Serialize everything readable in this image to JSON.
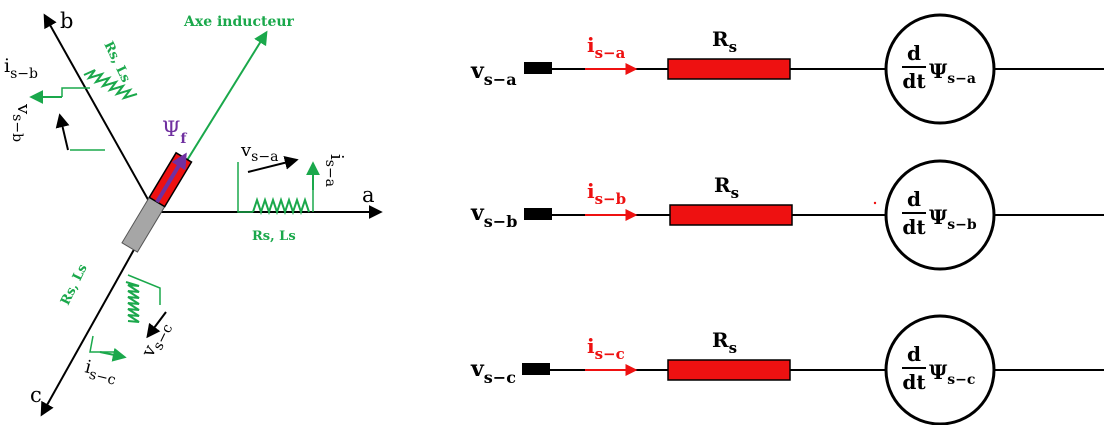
{
  "colors": {
    "line": "#000000",
    "green": "#1aa84b",
    "red": "#ee1111",
    "purple": "#7030a0",
    "gray": "#a6a6a6"
  },
  "phasor": {
    "axis_b": "b",
    "axis_a": "a",
    "axis_c": "c",
    "field_axis": "Axe inducteur",
    "psi_f": {
      "main": "Ψ",
      "sub": "f"
    },
    "coil_b": {
      "current": {
        "main": "i",
        "sub": "s−b"
      },
      "voltage": {
        "main": "v",
        "sub": "s−b"
      },
      "params": "Rs, Ls"
    },
    "coil_a": {
      "current": {
        "main": "i",
        "sub": "s−a"
      },
      "voltage": {
        "main": "v",
        "sub": "s−a"
      },
      "params": "Rs, Ls"
    },
    "coil_c": {
      "current": {
        "main": "i",
        "sub": "s−c"
      },
      "voltage": {
        "main": "v",
        "sub": "s−c"
      },
      "params": "Rs, Ls"
    }
  },
  "circuits": [
    {
      "voltage": {
        "main": "v",
        "sub": "s−a"
      },
      "current": {
        "main": "i",
        "sub": "s−a"
      },
      "resistor": {
        "main": "R",
        "sub": "s"
      },
      "emf": {
        "num": "d",
        "den": "dt",
        "psi": "Ψ",
        "sub": "s−a"
      }
    },
    {
      "voltage": {
        "main": "v",
        "sub": "s−b"
      },
      "current": {
        "main": "i",
        "sub": "s−b"
      },
      "resistor": {
        "main": "R",
        "sub": "s"
      },
      "emf": {
        "num": "d",
        "den": "dt",
        "psi": "Ψ",
        "sub": "s−b"
      }
    },
    {
      "voltage": {
        "main": "v",
        "sub": "s−c"
      },
      "current": {
        "main": "i",
        "sub": "s−c"
      },
      "resistor": {
        "main": "R",
        "sub": "s"
      },
      "emf": {
        "num": "d",
        "den": "dt",
        "psi": "Ψ",
        "sub": "s−c"
      }
    }
  ]
}
